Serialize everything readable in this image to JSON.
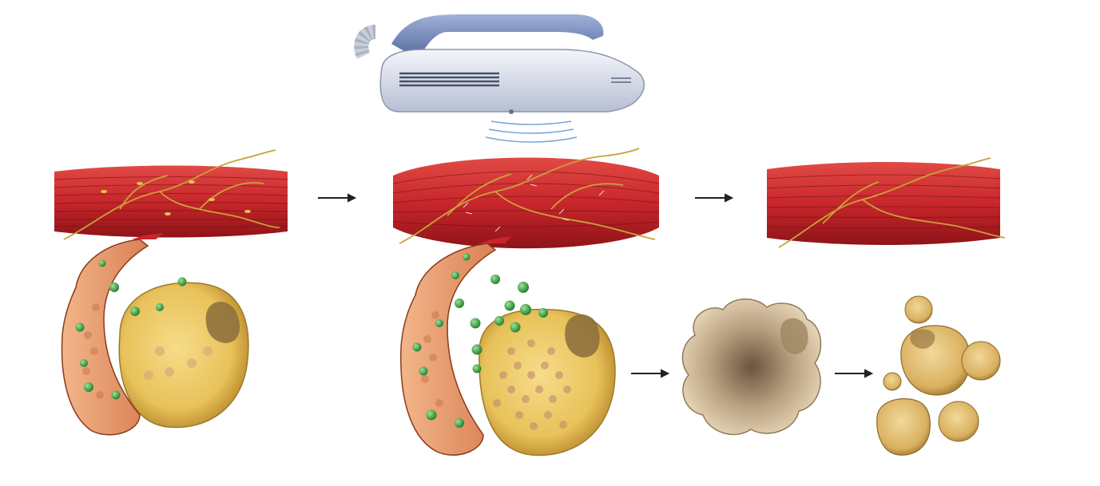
{
  "diagram": {
    "panels": [
      {
        "id": "before",
        "muscle": "muscle-fibers-before",
        "capillary": "capillary-before",
        "fat_cell": "fat-cell-before"
      },
      {
        "id": "treatment",
        "muscle": "contracted-muscle",
        "capillary": "capillary-treatment",
        "fat_cell": "fat-cell-stimulated"
      },
      {
        "id": "after",
        "muscle": "muscle-fibers-after",
        "fat_cell": "shrinking-fat-cell",
        "fragments": "fat-cell-fragments"
      }
    ],
    "device": "applicator-device",
    "arrows": [
      "arrow-right",
      "arrow-right",
      "arrow-right",
      "arrow-right"
    ],
    "colors": {
      "muscle": "#c8262b",
      "muscle_dark": "#8e1418",
      "nerve": "#c9a23a",
      "fat": "#e8c25a",
      "capillary": "#e69a6a",
      "droplet": "#3aa83a",
      "device": "#6e86b8",
      "device_body": "#dfe4f0"
    }
  }
}
